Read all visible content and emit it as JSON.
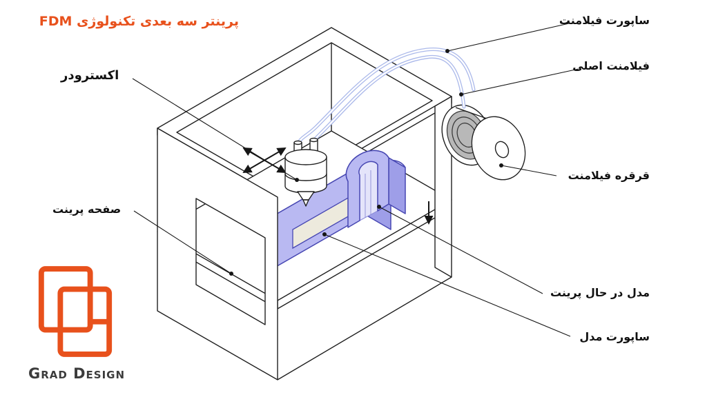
{
  "title": "پرینتر سه بعدی تکنولوژی FDM",
  "labels": {
    "filament_support": "ساپورت فیلامنت",
    "main_filament": "فیلامنت اصلی",
    "filament_spool": "قرقره فیلامنت",
    "model_printing": "مدل در حال پرینت",
    "model_support": "ساپورت مدل",
    "extruder": "اکسترودر",
    "print_plate": "صفحه پرینت"
  },
  "logo": {
    "name": "Grad Design"
  },
  "colors": {
    "accent": "#E8511C",
    "outline": "#1f1f1f",
    "model_fill": "#b9b9f2",
    "model_fill_light": "#d9d9f8",
    "model_side": "#9e9ee8",
    "model_edge": "#4747b2",
    "tube": "#aab8ea"
  }
}
